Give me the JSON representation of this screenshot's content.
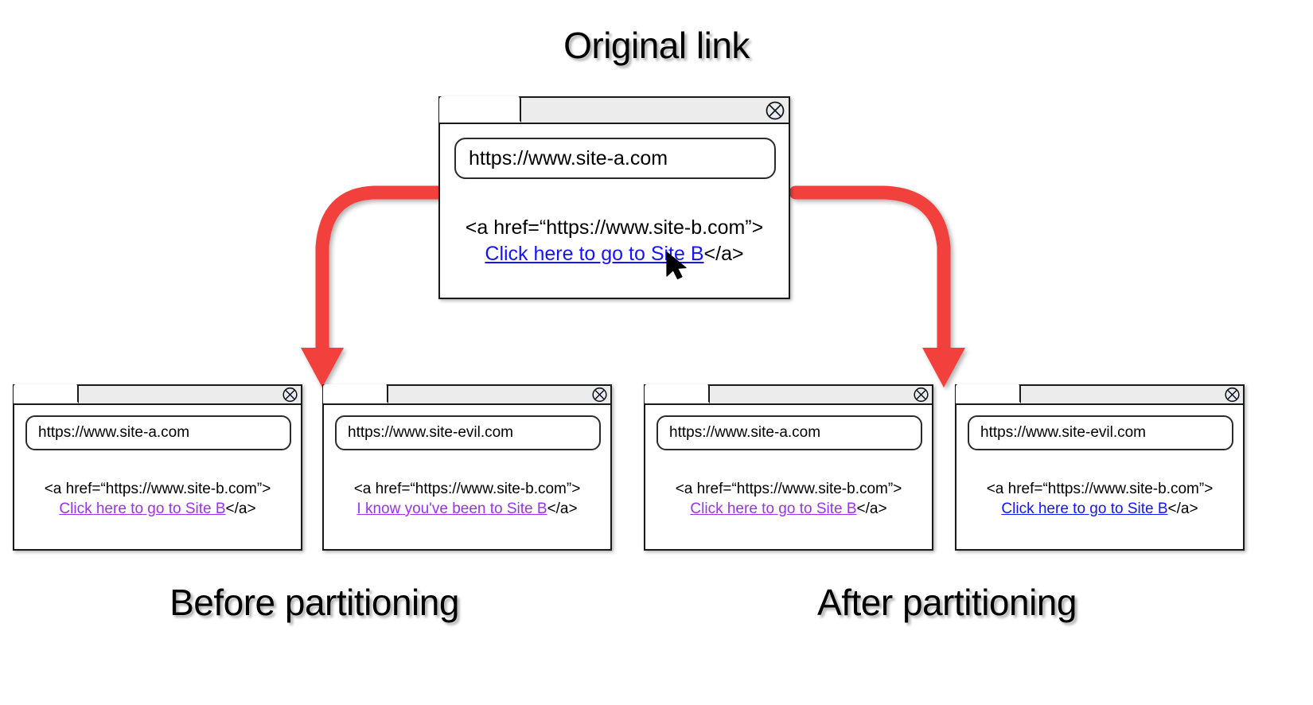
{
  "headings": {
    "original": "Original link",
    "before": "Before partitioning",
    "after": "After partitioning"
  },
  "colors": {
    "link_unvisited": "#1414ff",
    "link_visited": "#9933ee",
    "arrow_red": "#f2413c",
    "titlebar_gray": "#ececec",
    "border_black": "#1a1a1a"
  },
  "icons": {
    "close": "close-circle-x-icon",
    "cursor": "mouse-pointer-arrow-icon",
    "tab": "browser-tab-icon"
  },
  "windows": {
    "original": {
      "url": "https://www.site-a.com",
      "code_open": "<a href=“https://www.site-b.com”>",
      "link_text": "Click here to go to Site B",
      "code_close": "</a>",
      "link_state": "unvisited",
      "link_color": "#1414ff"
    },
    "before_left": {
      "url": "https://www.site-a.com",
      "code_open": "<a href=“https://www.site-b.com”>",
      "link_text": "Click here to go to Site B",
      "code_close": "</a>",
      "link_state": "visited",
      "link_color": "#9933ee"
    },
    "before_right": {
      "url": "https://www.site-evil.com",
      "code_open": "<a href=“https://www.site-b.com”>",
      "link_text": "I know you've been to Site B",
      "code_close": "</a>",
      "link_state": "visited",
      "link_color": "#9933ee"
    },
    "after_left": {
      "url": "https://www.site-a.com",
      "code_open": "<a href=“https://www.site-b.com”>",
      "link_text": "Click here to go to Site B",
      "code_close": "</a>",
      "link_state": "visited",
      "link_color": "#9933ee"
    },
    "after_right": {
      "url": "https://www.site-evil.com",
      "code_open": "<a href=“https://www.site-b.com”>",
      "link_text": "Click here to go to Site B",
      "code_close": "</a>",
      "link_state": "unvisited",
      "link_color": "#1414ff"
    }
  },
  "arrows": [
    {
      "name": "arrow-to-before",
      "direction": "left-down"
    },
    {
      "name": "arrow-to-after",
      "direction": "right-down"
    }
  ]
}
